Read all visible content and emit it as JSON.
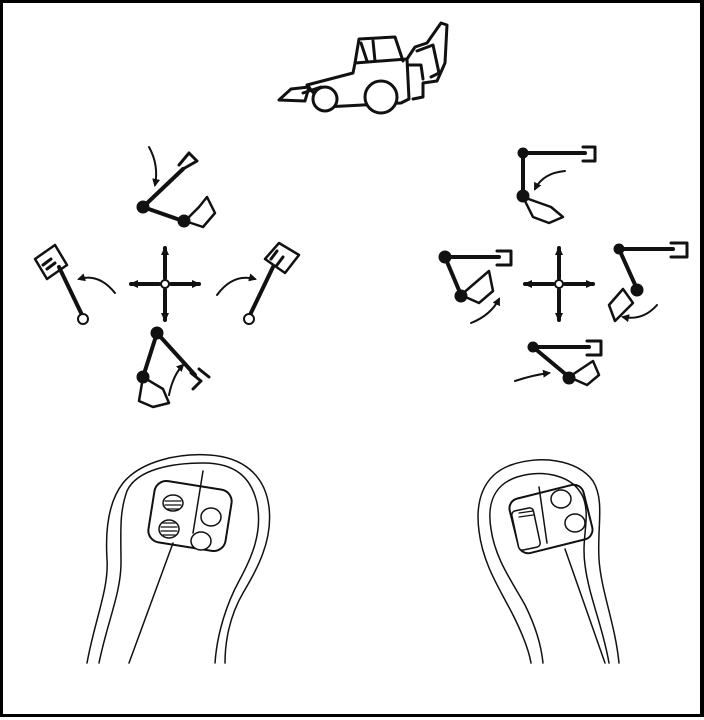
{
  "diagram": {
    "kind": "backhoe-loader-joystick-control-pattern",
    "ink_color": "#111111",
    "background_color": "#ffffff",
    "left_pattern": {
      "controls": [
        "boom-up",
        "swing-left",
        "swing-right",
        "boom-down"
      ]
    },
    "right_pattern": {
      "controls": [
        "dipper-in",
        "bucket-curl",
        "bucket-dump",
        "dipper-out"
      ]
    },
    "left_joystick": {
      "buttons": 4
    },
    "right_joystick": {
      "buttons": 3
    }
  }
}
